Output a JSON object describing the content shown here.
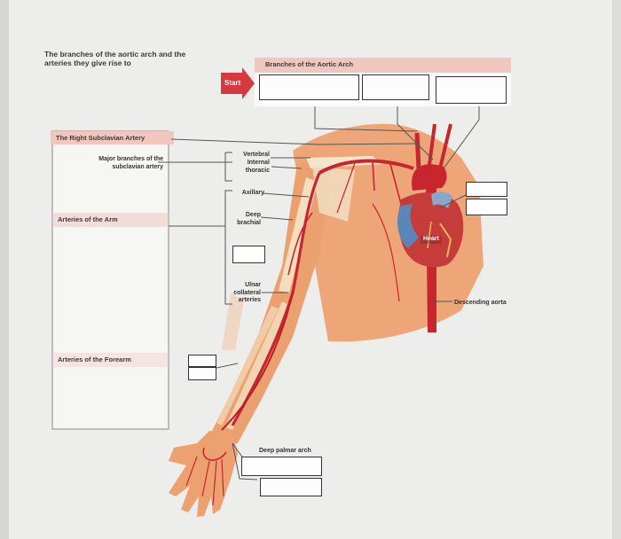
{
  "heading": "The branches of the aortic arch and the arteries they give rise to",
  "start_label": "Start",
  "aortic_arch_header": "Branches of the Aortic Arch",
  "left_panel": {
    "subclavian_header": "The Right Subclavian Artery",
    "major_branches": "Major branches of the subclavian artery",
    "arm_header": "Arteries of the Arm",
    "forearm_header": "Arteries of the Forearm"
  },
  "labels": {
    "vertebral": "Vertebral",
    "internal_thoracic": "Internal thoracic",
    "axillary": "Axillary",
    "deep_brachial": "Deep brachial",
    "ulnar_collateral": "Ulnar collateral arteries",
    "heart": "Heart",
    "descending_aorta": "Descending aorta",
    "deep_palmar_arch": "Deep palmar arch"
  },
  "colors": {
    "skin": "#eea577",
    "artery": "#c8262e",
    "heart": "#c63c3a",
    "vein_blue": "#5d86b8",
    "header_band": "#f1c7bd",
    "start_button": "#d63a3e"
  }
}
